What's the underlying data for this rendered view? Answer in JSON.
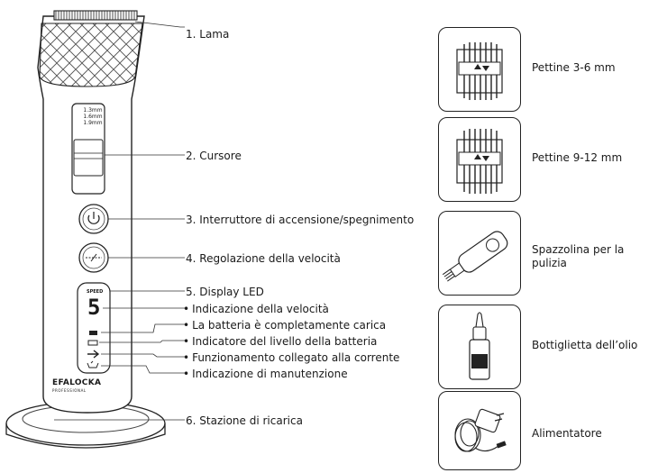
{
  "callouts": [
    {
      "id": "lama",
      "text": "1. Lama"
    },
    {
      "id": "cursore",
      "text": "2. Cursore"
    },
    {
      "id": "interruttore",
      "text": "3. Interruttore di accensione/spegnimento"
    },
    {
      "id": "regolazione",
      "text": "4. Regolazione della velocità"
    },
    {
      "id": "display",
      "text": "5. Display LED"
    },
    {
      "id": "ind-velocita",
      "text": "Indicazione della velocità",
      "bullet": true
    },
    {
      "id": "batt-carica",
      "text": "La batteria è completamente carica",
      "bullet": true
    },
    {
      "id": "batt-livello",
      "text": "Indicatore del livello della batteria",
      "bullet": true
    },
    {
      "id": "corrente",
      "text": "Funzionamento collegato alla corrente",
      "bullet": true
    },
    {
      "id": "manutenzione",
      "text": "Indicazione di manutenzione",
      "bullet": true
    },
    {
      "id": "stazione",
      "text": "6. Stazione di ricarica"
    }
  ],
  "device": {
    "brand": "EFALOCKA",
    "brand_sub": "PROFESSIONAL",
    "length_marks": [
      "1.3mm",
      "1.6mm",
      "1.9mm"
    ],
    "speed_label": "SPEED",
    "speed_value": "5"
  },
  "accessories": [
    {
      "id": "pettine-3-6",
      "label": "Pettine 3-6 mm",
      "icon": "comb-icon"
    },
    {
      "id": "pettine-9-12",
      "label": "Pettine 9-12 mm",
      "icon": "comb-icon"
    },
    {
      "id": "spazzolina",
      "label": "Spazzolina per la pulizia",
      "icon": "cleaning-brush-icon"
    },
    {
      "id": "olio",
      "label": "Bottiglietta dell’olio",
      "icon": "oil-bottle-icon"
    },
    {
      "id": "alimentatore",
      "label": "Alimentatore",
      "icon": "power-adapter-icon"
    }
  ]
}
